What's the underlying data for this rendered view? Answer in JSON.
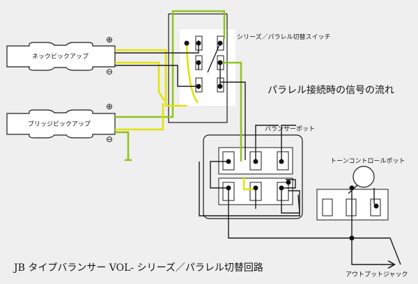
{
  "labels": {
    "neck_pickup": "ネックピックアップ",
    "bridge_pickup": "ブリッジピックアップ",
    "switch": "シリーズ／パラレル切替スイッチ",
    "signal_flow": "パラレル接続時の信号の流れ",
    "balancer_pot": "バランサーポット",
    "tone_pot": "トーンコントロールポット",
    "output_jack": "アウトプットジャック",
    "title": "JB タイプバランサー VOL- シリーズ／パラレル切替回路"
  },
  "polarity": {
    "plus": "⊕",
    "minus": "⊖"
  },
  "colors": {
    "background": "#efefef",
    "wire_black": "#1a1a1a",
    "wire_yellow": "#e2e200",
    "wire_green": "#8fc21c",
    "component_fill": "#ffffff"
  }
}
